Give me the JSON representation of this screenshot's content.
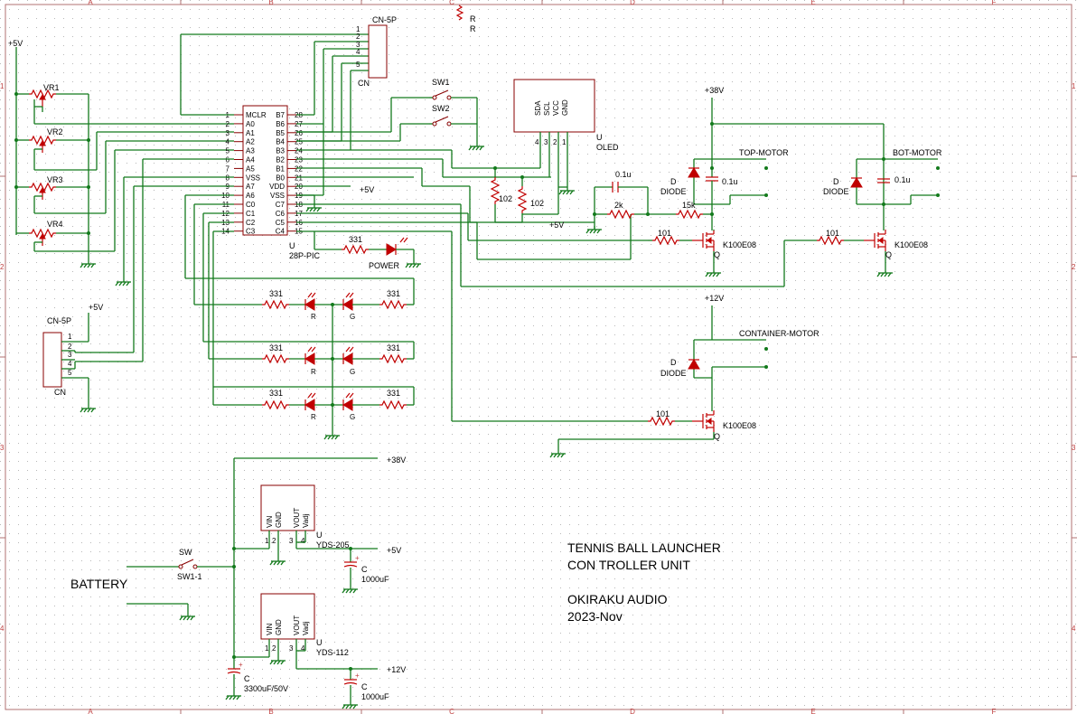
{
  "frame": {
    "cols": [
      "A",
      "B",
      "C",
      "D",
      "E",
      "F"
    ],
    "rows": [
      "1",
      "2",
      "3",
      "4"
    ]
  },
  "title": {
    "line1": "TENNIS BALL LAUNCHER",
    "line2": "CON TROLLER UNIT",
    "line3": "OKIRAKU AUDIO",
    "line4": "2023-Nov"
  },
  "battery": "BATTERY",
  "power": {
    "p5v": "+5V",
    "p38v": "+38V",
    "p12v": "+12V"
  },
  "ref_r": [
    "R",
    "R"
  ],
  "pots": [
    "VR1",
    "VR2",
    "VR3",
    "VR4"
  ],
  "mcu": {
    "ref": "U",
    "part": "28P-PIC",
    "left_pins": [
      {
        "n": "1",
        "name": "MCLR"
      },
      {
        "n": "2",
        "name": "A0"
      },
      {
        "n": "3",
        "name": "A1"
      },
      {
        "n": "4",
        "name": "A2"
      },
      {
        "n": "5",
        "name": "A3"
      },
      {
        "n": "6",
        "name": "A4"
      },
      {
        "n": "7",
        "name": "A5"
      },
      {
        "n": "8",
        "name": "VSS"
      },
      {
        "n": "9",
        "name": "A7"
      },
      {
        "n": "10",
        "name": "A6"
      },
      {
        "n": "11",
        "name": "C0"
      },
      {
        "n": "12",
        "name": "C1"
      },
      {
        "n": "13",
        "name": "C2"
      },
      {
        "n": "14",
        "name": "C3"
      }
    ],
    "right_pins": [
      {
        "n": "28",
        "name": "B7"
      },
      {
        "n": "27",
        "name": "B6"
      },
      {
        "n": "26",
        "name": "B5"
      },
      {
        "n": "25",
        "name": "B4"
      },
      {
        "n": "24",
        "name": "B3"
      },
      {
        "n": "23",
        "name": "B2"
      },
      {
        "n": "22",
        "name": "B1"
      },
      {
        "n": "21",
        "name": "B0"
      },
      {
        "n": "20",
        "name": "VDD"
      },
      {
        "n": "19",
        "name": "VSS"
      },
      {
        "n": "18",
        "name": "C7"
      },
      {
        "n": "17",
        "name": "C6"
      },
      {
        "n": "16",
        "name": "C5"
      },
      {
        "n": "15",
        "name": "C4"
      }
    ]
  },
  "cn_top": {
    "name": "CN-5P",
    "ref": "CN",
    "pins": [
      "1",
      "2",
      "3",
      "4",
      "5"
    ]
  },
  "cn_left": {
    "name": "CN-5P",
    "ref": "CN",
    "pins": [
      "1",
      "2",
      "3",
      "4",
      "5"
    ]
  },
  "switches": {
    "sw1": "SW1",
    "sw2": "SW2",
    "sw": "SW",
    "sw11": "SW1-1"
  },
  "oled": {
    "ref": "U",
    "name": "OLED",
    "pins": [
      "SDA",
      "SCL",
      "VCC",
      "GND"
    ],
    "pin_nums": [
      "4",
      "3",
      "2",
      "1"
    ]
  },
  "resistors": {
    "r102": "102",
    "r331": "331",
    "r101": "101",
    "r2k": "2k",
    "r15k": "15k"
  },
  "caps": {
    "c01u": "0.1u",
    "c1000": "1000uF",
    "c3300": "3300uF/50V",
    "ref": "C"
  },
  "diode": {
    "ref": "D",
    "name": "DIODE"
  },
  "fet": {
    "name": "K100E08",
    "ref": "Q"
  },
  "motors": {
    "top": "TOP-MOTOR",
    "bot": "BOT-MOTOR",
    "container": "CONTAINER-MOTOR"
  },
  "led": {
    "power": "POWER",
    "r": "R",
    "g": "G"
  },
  "reg1": {
    "ref": "U",
    "part": "YDS-205",
    "pins": [
      "VIN",
      "GND",
      "VOUT",
      "Vadj"
    ],
    "nums": [
      "1",
      "2",
      "3",
      "4"
    ]
  },
  "reg2": {
    "ref": "U",
    "part": "YDS-112",
    "pins": [
      "VIN",
      "GND",
      "VOUT",
      "Vadj"
    ],
    "nums": [
      "1",
      "2",
      "3",
      "4"
    ]
  }
}
